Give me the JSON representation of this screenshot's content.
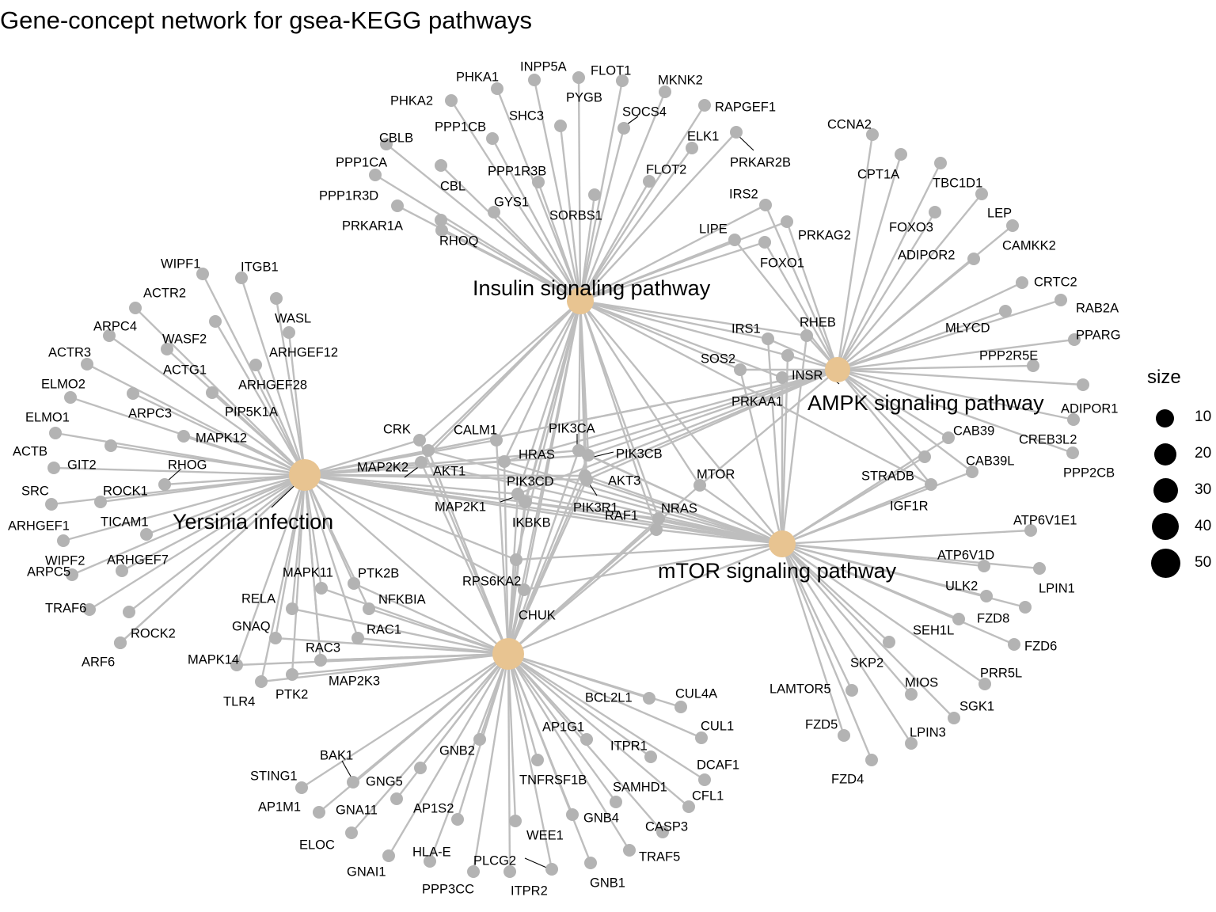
{
  "title": "Gene-concept network for gsea-KEGG pathways",
  "colors": {
    "edge": "#bebebe",
    "gene_node": "#b3b3b3",
    "hub_node": "#e8c491"
  },
  "legend": {
    "title": "size",
    "entries": [
      "10",
      "20",
      "30",
      "40",
      "50"
    ]
  },
  "network": {
    "hubs": [
      {
        "id": "ins",
        "label": "Insulin signaling pathway"
      },
      {
        "id": "ampk",
        "label": "AMPK signaling pathway"
      },
      {
        "id": "yer",
        "label": "Yersinia infection"
      },
      {
        "id": "mtor",
        "label": "mTOR signaling pathway"
      },
      {
        "id": "bot",
        "label": ""
      }
    ],
    "genes": [
      "PHKA1",
      "INPP5A",
      "FLOT1",
      "MKNK2",
      "PYGB",
      "PHKA2",
      "SHC3",
      "SOCS4",
      "RAPGEF1",
      "PPP1CB",
      "CBLB",
      "ELK1",
      "PRKAR2B",
      "PPP1CA",
      "PPP1R3B",
      "FLOT2",
      "CBL",
      "PPP1R3D",
      "GYS1",
      "SORBS1",
      "PRKAR1A",
      "RHOQ",
      "IRS2",
      "LIPE",
      "PRKAG2",
      "FOXO1",
      "CCNA2",
      "CPT1A",
      "TBC1D1",
      "FOXO3",
      "LEP",
      "ADIPOR2",
      "CAMKK2",
      "CRTC2",
      "RAB2A",
      "MLYCD",
      "PPARG",
      "PPP2R5E",
      "ADIPOR1",
      "CREB3L2",
      "PPP2CB",
      "CAB39",
      "CAB39L",
      "STRADB",
      "IGF1R",
      "RHEB",
      "IRS1",
      "SOS2",
      "INSR",
      "PRKAA1",
      "WIPF1",
      "ITGB1",
      "ACTR2",
      "WASL",
      "ARPC4",
      "WASF2",
      "ARHGEF12",
      "ACTR3",
      "ACTG1",
      "ELMO2",
      "ARHGEF28",
      "ARPC3",
      "PIP5K1A",
      "ELMO1",
      "MAPK12",
      "ACTB",
      "RHOG",
      "GIT2",
      "SRC",
      "ROCK1",
      "ARHGEF1",
      "TICAM1",
      "WIPF2",
      "ARHGEF7",
      "ARPC5",
      "TRAF6",
      "ROCK2",
      "ARF6",
      "CRK",
      "CALM1",
      "PIK3CA",
      "AKT1",
      "HRAS",
      "PIK3CB",
      "MAP2K2",
      "PIK3CD",
      "AKT3",
      "MAP2K1",
      "IKBKB",
      "PIK3R1",
      "MTOR",
      "NRAS",
      "RAF1",
      "RPS6KA2",
      "CHUK",
      "MAPK11",
      "PTK2B",
      "RELA",
      "NFKBIA",
      "GNAQ",
      "RAC1",
      "RAC3",
      "MAPK14",
      "MAP2K3",
      "PTK2",
      "TLR4",
      "ATP6V1E1",
      "ATP6V1D",
      "LPIN1",
      "ULK2",
      "FZD8",
      "SEH1L",
      "FZD6",
      "SKP2",
      "MIOS",
      "PRR5L",
      "LAMTOR5",
      "SGK1",
      "FZD5",
      "LPIN3",
      "FZD4",
      "BCL2L1",
      "CUL4A",
      "CUL1",
      "AP1G1",
      "ITPR1",
      "DCAF1",
      "GNB2",
      "BAK1",
      "STING1",
      "GNG5",
      "TNFRSF1B",
      "SAMHD1",
      "CFL1",
      "GNA11",
      "AP1M1",
      "AP1S2",
      "GNB4",
      "CASP3",
      "ELOC",
      "WEE1",
      "TRAF5",
      "HLA-E",
      "GNAI1",
      "PLCG2",
      "GNB1",
      "PPP3CC",
      "ITPR2"
    ]
  }
}
